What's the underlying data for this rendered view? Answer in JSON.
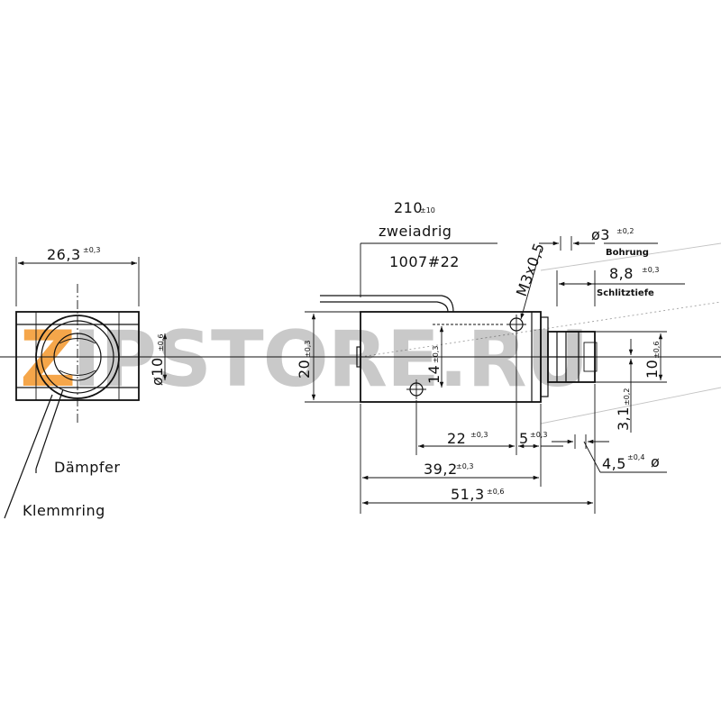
{
  "watermark": {
    "text_orange": "Z",
    "text_gray": "IPSTORE.RU",
    "colors": {
      "orange": "#f5a64a",
      "gray": "#c9c9c9"
    }
  },
  "front_view": {
    "width": {
      "value": "26,3",
      "tol": "±0,3"
    },
    "diameter": {
      "value": "ø10",
      "tol": "±0,6"
    }
  },
  "side_view": {
    "height": {
      "value": "20",
      "tol": "±0,3"
    },
    "hole_spacing": {
      "value": "14",
      "tol": "±0,3"
    }
  },
  "cable": {
    "length": {
      "value": "210",
      "tol": "±10"
    },
    "type": "zweiadrig",
    "spec": "1007#22"
  },
  "thread": {
    "label": "M3x0,5"
  },
  "hole": {
    "value": "ø3",
    "tol": "±0,2",
    "note": "Bohrung"
  },
  "slot": {
    "value": "8,8",
    "tol": "±0,3",
    "note": "Schlitztiefe"
  },
  "plunger": {
    "width": {
      "value": "10",
      "tol": "±0,6"
    },
    "offset": {
      "value": "3,1",
      "tol": "±0,2"
    },
    "diameter": {
      "value": "4,5",
      "tol": "±0,4",
      "symbol": "ø"
    }
  },
  "bottom_dims": {
    "d22": {
      "value": "22",
      "tol": "±0,3"
    },
    "d5": {
      "value": "5",
      "tol": "±0,3"
    },
    "d39": {
      "value": "39,2",
      "tol": "±0,3"
    },
    "d51": {
      "value": "51,3",
      "tol": "±0,6"
    }
  },
  "labels": {
    "damper": "Dämpfer",
    "clamp_ring": "Klemmring"
  }
}
